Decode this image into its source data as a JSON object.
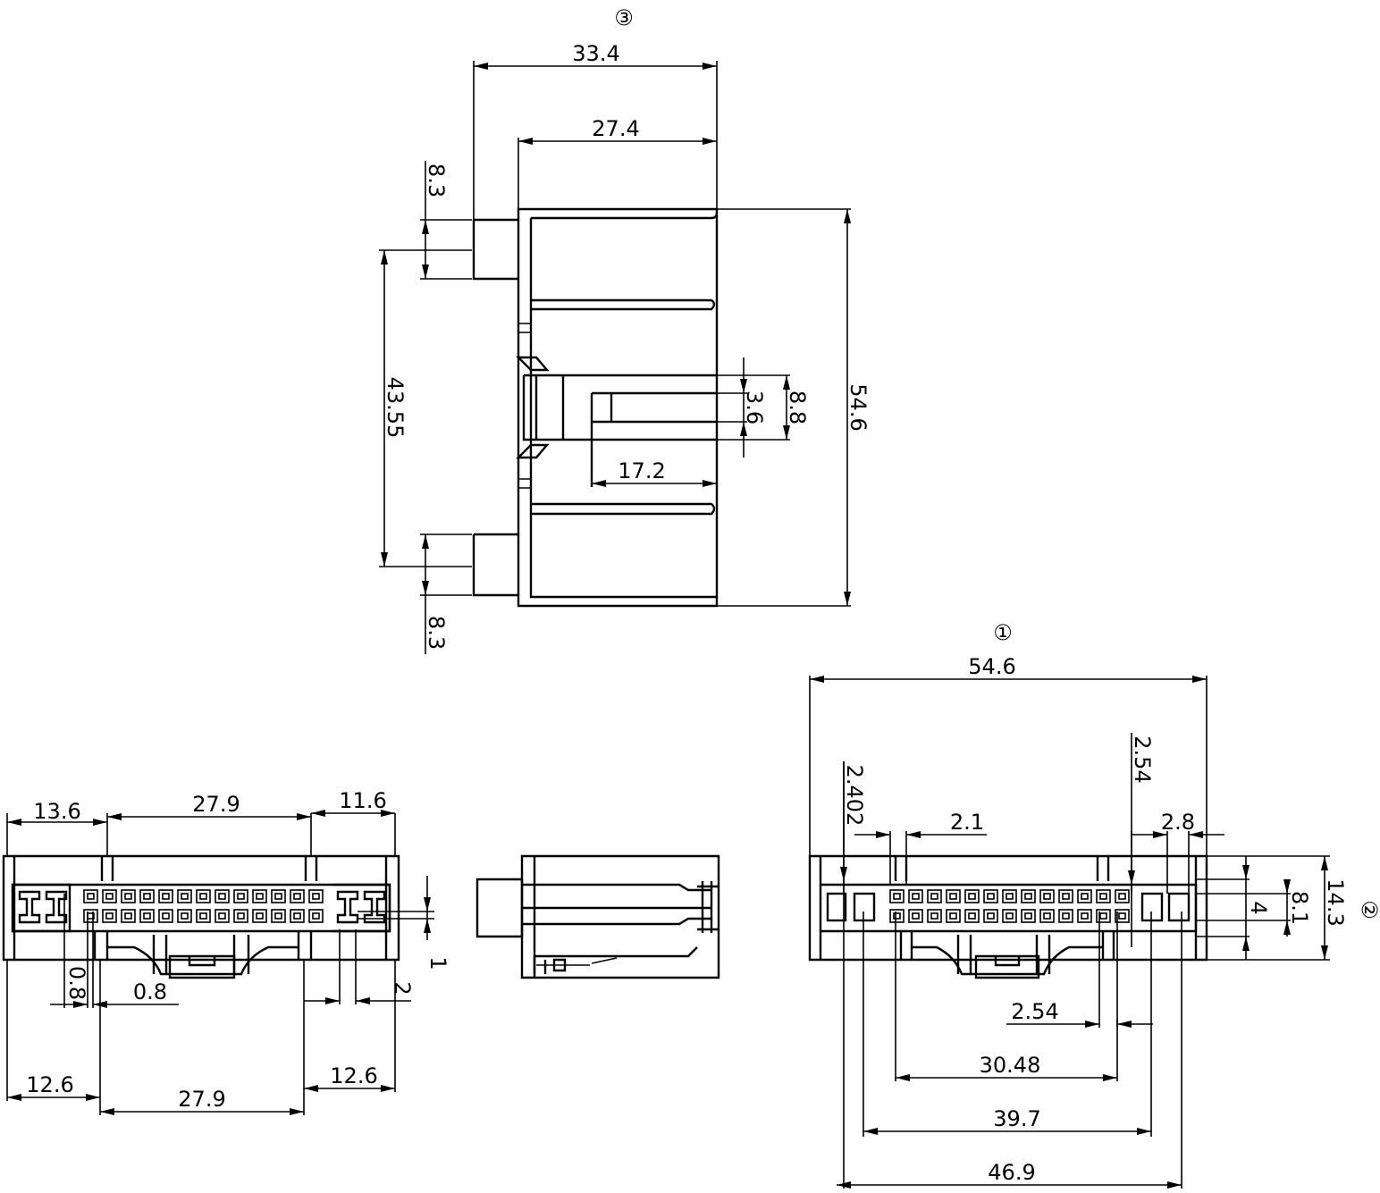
{
  "view_markers": {
    "side_view": "③",
    "front_view": "①",
    "right_view": "②"
  },
  "side_view_dims": {
    "overall_depth": "33.4",
    "body_depth": "27.4",
    "latch_top": "8.3",
    "latch_bottom": "8.3",
    "latch_spacing": "43.55",
    "overall_length": "54.6",
    "slot_height": "3.6",
    "slot_outer": "8.8",
    "slot_depth": "17.2"
  },
  "left_view_dims": {
    "top_left": "13.6",
    "top_middle": "27.9",
    "top_right": "11.6",
    "gap_a": "0.8",
    "gap_b": "0.8",
    "pin_offset": "1",
    "pitch_right": "2",
    "bottom_left": "12.6",
    "bottom_right": "12.6",
    "bottom_middle": "27.9"
  },
  "front_view_dims": {
    "overall_width": "54.6",
    "edge_offset": "2.402",
    "contact_pitch_top": "2.54",
    "contact_width": "2.1",
    "right_pad": "2.8",
    "height_overall": "14.3",
    "height_body": "8.1",
    "height_window": "4",
    "pitch_bottom": "2.54",
    "span_contacts": "30.48",
    "span_pads": "39.7",
    "span_outer": "46.9"
  }
}
